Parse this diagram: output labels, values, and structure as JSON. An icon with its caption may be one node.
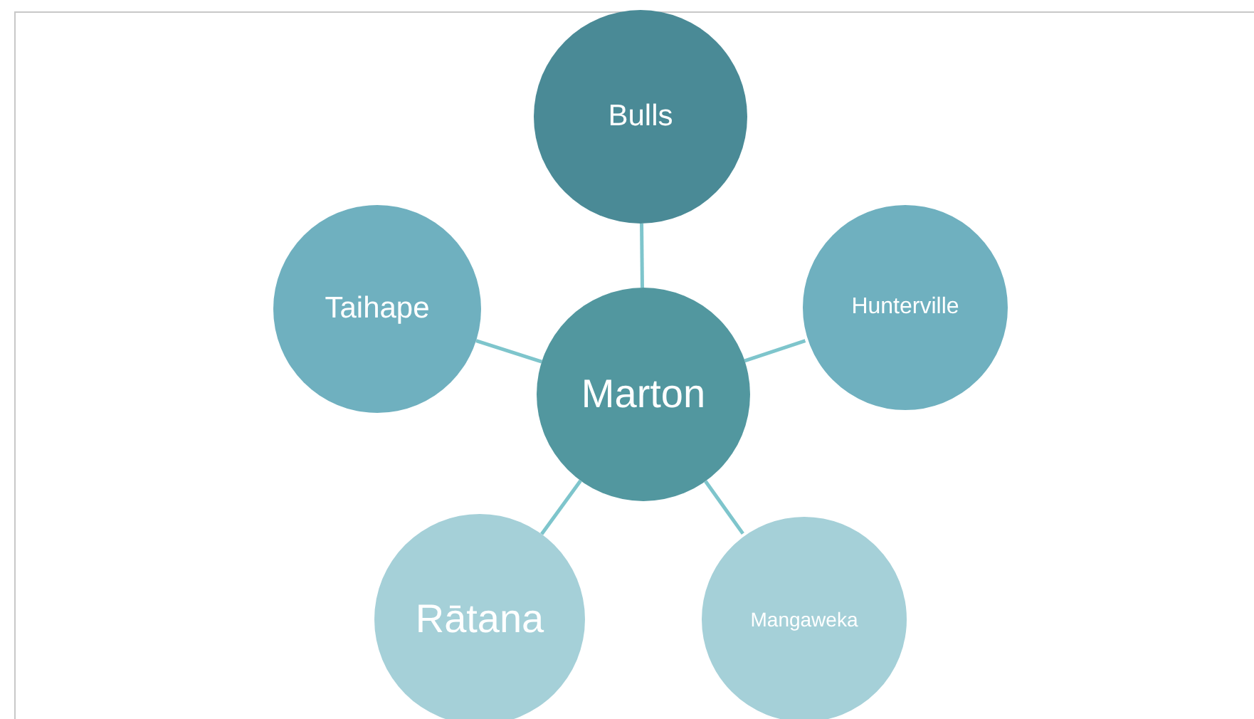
{
  "diagram": {
    "nodes": [
      {
        "text": [
          "Bulls"
        ]
      },
      {
        "text": [
          "Taihape"
        ]
      },
      {
        "text": [
          "Hunterville"
        ]
      },
      {
        "text": [
          "Marton"
        ]
      },
      {
        "text": [
          "Rātana"
        ]
      },
      {
        "text": [
          "Mangaweka"
        ]
      }
    ],
    "edges": [
      {
        "from": 3,
        "to": 0,
        "arrow": "none"
      },
      {
        "from": 3,
        "to": 1,
        "arrow": "none"
      },
      {
        "from": 3,
        "to": 2,
        "arrow": "none"
      },
      {
        "from": 3,
        "to": 4,
        "arrow": "none"
      },
      {
        "from": 3,
        "to": 5,
        "arrow": "none"
      }
    ]
  }
}
